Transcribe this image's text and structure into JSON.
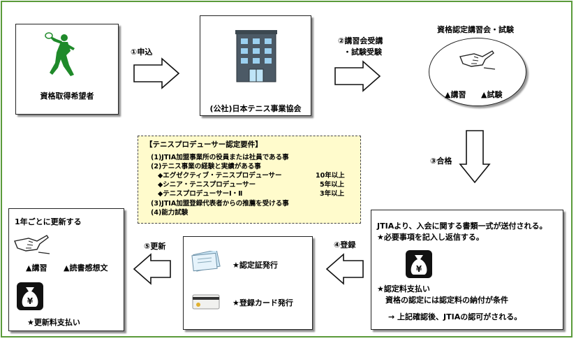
{
  "applicant": {
    "label": "資格取得希望者"
  },
  "association": {
    "label": "(公社)日本テニス事業協会"
  },
  "course": {
    "title": "資格認定講習会・試験",
    "lecture": "▲講習",
    "exam": "▲試験"
  },
  "steps": {
    "apply": "①申込",
    "course_line1": "②講習会受講",
    "course_line2": "・試験受験",
    "pass": "③合格",
    "register": "④登録",
    "renew": "⑤更新"
  },
  "requirements": {
    "title": "【テニスプロデューサー認定要件】",
    "items": [
      "(1)JTIA加盟事業所の役員または社員である事",
      "(2)テニス事業の経験と実績がある事",
      "(3)JTIA加盟登録代表者からの推薦を受ける事",
      "(4)能力試験"
    ],
    "experience": [
      {
        "role": "◆エグゼクティブ・テニスプロデューサー",
        "years": "10年以上"
      },
      {
        "role": "◆シニア・テニスプロデューサー",
        "years": "5年以上"
      },
      {
        "role": "◆テニスプロデューサーⅠ・Ⅱ",
        "years": "3年以上"
      }
    ]
  },
  "documents": {
    "line1": "JTIAより、入会に関する書類一式が送付される。",
    "line2": "★必要事項を記入し返信する。",
    "fee_title": "★認定料支払い",
    "fee_note": "資格の認定には認定料の納付が条件",
    "approval": "→ 上記確認後、JTIAの認可がされる。"
  },
  "issuance": {
    "certificate": "★認定証発行",
    "card": "★登録カード発行"
  },
  "renewal": {
    "title": "1年ごとに更新する",
    "lecture": "▲講習",
    "report": "▲読書感想文",
    "fee": "★更新料支払い"
  },
  "colors": {
    "border_green": "#5a9a3a",
    "player_green": "#1f8a2a",
    "requirements_bg": "#fffbcc"
  },
  "icons": [
    "tennis-player-icon",
    "office-building-icon",
    "writing-hand-icon",
    "money-bag-icon",
    "certificate-icon",
    "card-icon"
  ]
}
